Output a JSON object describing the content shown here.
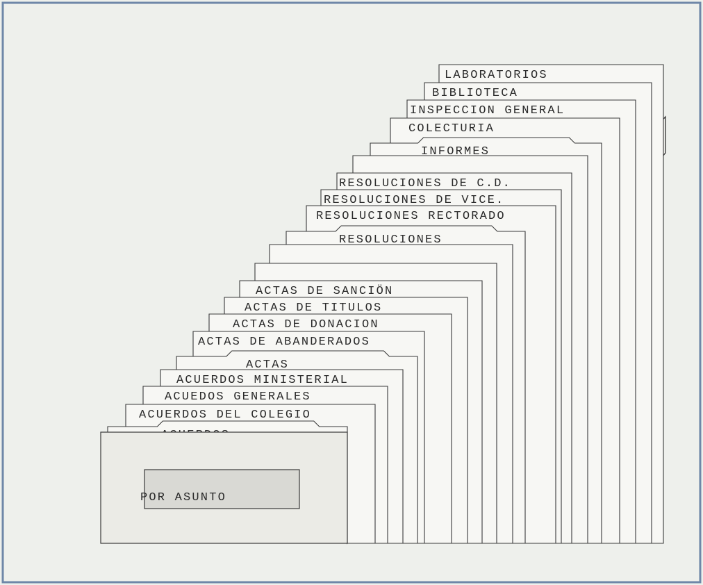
{
  "diagram": {
    "bottom_label": "POR ASUNTO",
    "tabs": [
      {
        "label": "LABORATORIOS",
        "kind": "card"
      },
      {
        "label": "BIBLIOTECA",
        "kind": "card"
      },
      {
        "label": "INSPECCION GENERAL",
        "kind": "card"
      },
      {
        "label": "COLECTURIA",
        "kind": "card"
      },
      {
        "label": "INFORMES",
        "kind": "guide"
      },
      {
        "label": "",
        "kind": "card"
      },
      {
        "label": "RESOLUCIONES DE C.D.",
        "kind": "card"
      },
      {
        "label": "RESOLUCIONES DE VICE.",
        "kind": "card"
      },
      {
        "label": "RESOLUCIONES RECTORADO",
        "kind": "card"
      },
      {
        "label": "RESOLUCIONES",
        "kind": "guide"
      },
      {
        "label": "",
        "kind": "card"
      },
      {
        "label": "",
        "kind": "card"
      },
      {
        "label": "ACTAS DE SANCIÖN",
        "kind": "card"
      },
      {
        "label": "ACTAS DE TITULOS",
        "kind": "card"
      },
      {
        "label": "ACTAS DE DONACION",
        "kind": "card"
      },
      {
        "label": "ACTAS DE ABANDERADOS",
        "kind": "card"
      },
      {
        "label": "ACTAS",
        "kind": "guide"
      },
      {
        "label": "ACUERDOS MINISTERIAL",
        "kind": "card"
      },
      {
        "label": "ACUEDOS GENERALES",
        "kind": "card"
      },
      {
        "label": "ACUERDOS DEL COLEGIO",
        "kind": "card"
      },
      {
        "label": "ACUERDOS",
        "kind": "guide"
      }
    ]
  },
  "colors": {
    "background": "#eef0ec",
    "frame": "#6f87a8",
    "card_fill": "#f7f7f4",
    "line": "#3a3a3a",
    "label_box": "#d9d9d4"
  }
}
